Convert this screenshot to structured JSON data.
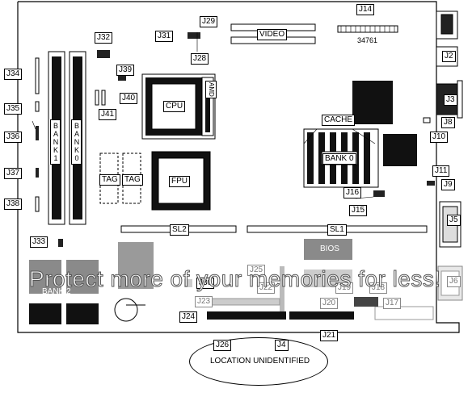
{
  "board": {
    "part_number": "34761",
    "jumpers": {
      "j14": "J14",
      "j29": "J29",
      "j31": "J31",
      "j28": "J28",
      "j32": "J32",
      "j2": "J2",
      "j34": "J34",
      "j39": "J39",
      "j40": "J40",
      "j41": "J41",
      "j3": "J3",
      "j35": "J35",
      "j8": "J8",
      "j10": "J10",
      "j36": "J36",
      "j37": "J37",
      "j11": "J11",
      "j9": "J9",
      "j16": "J16",
      "j15": "J15",
      "j38": "J38",
      "j5": "J5",
      "j33": "J33",
      "j25": "J25",
      "j30": "J30",
      "j22": "J22",
      "j6": "J6",
      "j19": "J19",
      "j18": "J18",
      "j23": "J23",
      "j20": "J20",
      "j17": "J17",
      "j24": "J24",
      "j21": "J21",
      "j26": "J26",
      "j4": "J4"
    },
    "components": {
      "video": "VIDEO",
      "cpu": "CPU",
      "amd": "AMD",
      "cache": "CACHE",
      "bank0_cache": "BANK 0",
      "tag1": "TAG",
      "tag2": "TAG",
      "fpu": "FPU",
      "bank1": "BANK1",
      "bank0": "BANK0",
      "sl2": "SL2",
      "sl1": "SL1",
      "bios": "BIOS",
      "bank2": "BANK 2",
      "location_unidentified": "LOCATION UNIDENTIFIED"
    },
    "watermark": "Protect more of your memories for less!"
  },
  "colors": {
    "line": "#000000",
    "chip_dark": "#111111",
    "gray_area": "#8a8a8a",
    "light_gray": "#bdbdbd",
    "background": "#ffffff"
  }
}
